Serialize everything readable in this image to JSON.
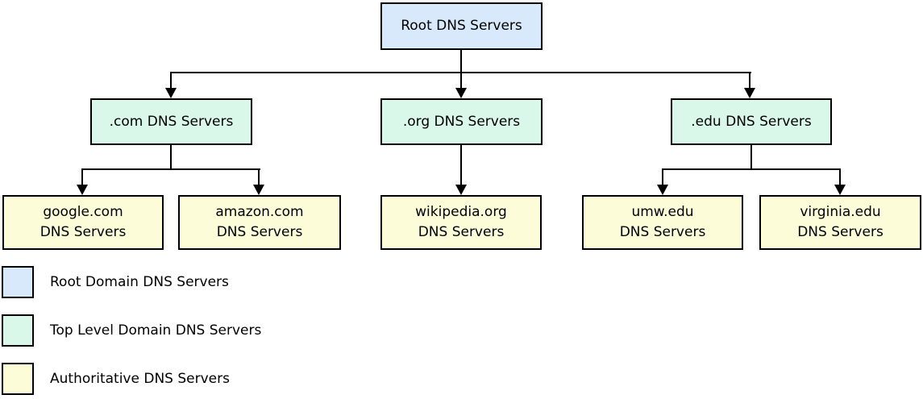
{
  "colors": {
    "root": "#d8e9fb",
    "tld": "#d9f8e9",
    "authoritative": "#fdfcd8",
    "line": "#000000"
  },
  "tree": {
    "root": {
      "label": "Root DNS Servers"
    },
    "tld": [
      {
        "label": ".com DNS Servers"
      },
      {
        "label": ".org DNS Servers"
      },
      {
        "label": ".edu DNS Servers"
      }
    ],
    "authoritative": [
      {
        "line1": "google.com",
        "line2": "DNS Servers"
      },
      {
        "line1": "amazon.com",
        "line2": "DNS Servers"
      },
      {
        "line1": "wikipedia.org",
        "line2": "DNS Servers"
      },
      {
        "line1": "umw.edu",
        "line2": "DNS Servers"
      },
      {
        "line1": "virginia.edu",
        "line2": "DNS Servers"
      }
    ]
  },
  "legend": {
    "items": [
      {
        "swatch": "root",
        "label": "Root Domain DNS Servers"
      },
      {
        "swatch": "tld",
        "label": "Top Level Domain DNS Servers"
      },
      {
        "swatch": "authoritative",
        "label": "Authoritative DNS Servers"
      }
    ]
  }
}
